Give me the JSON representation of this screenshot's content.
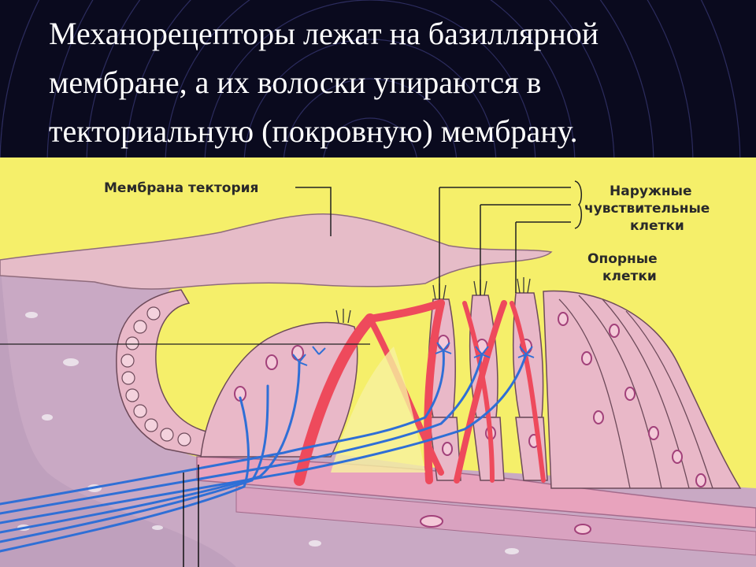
{
  "slide": {
    "title": "Механорецепторы лежат на базиллярной мембране, а их волоски упираются в текториальную (покровную) мембрану."
  },
  "figure": {
    "labels": {
      "tectorial_membrane": "Мембрана тектория",
      "outer_hair_cells_line1": "Наружные",
      "outer_hair_cells_line2": "чувствительные",
      "outer_hair_cells_line3": "клетки",
      "supporting_cells_line1": "Опорные",
      "supporting_cells_line2": "клетки"
    }
  },
  "colors": {
    "background": "#0a0a1e",
    "yellow": "#f5ef6a",
    "membrane": "#e6bcc8",
    "cells": "#e9b8c8",
    "nerve": "#2f6fd6",
    "pillar": "#ee4a5c"
  }
}
